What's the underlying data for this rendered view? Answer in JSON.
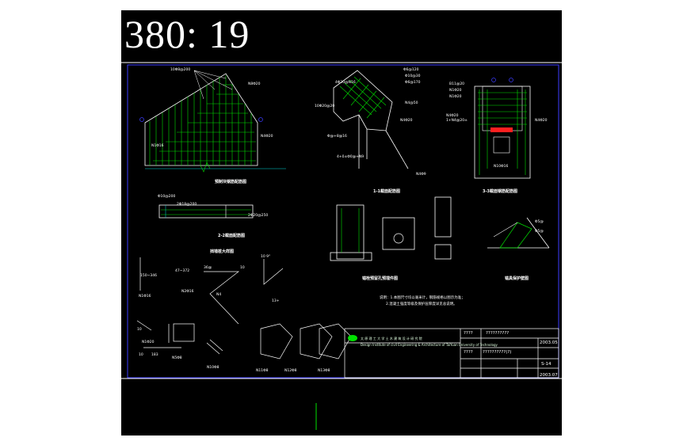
{
  "ratio_text": "380: 19",
  "colors": {
    "background": "#000000",
    "frame": "#3b3bff",
    "rebar": "#00e000",
    "concrete": "#ffffff",
    "dimension": "#00d8d8",
    "highlight": "#ff2020",
    "label": "#ffffff"
  },
  "title_block": {
    "institute_line": "太 原 理 工 大 学 土 木 建 筑 设 计 研 究 院",
    "institute_en": "Design Institute of civil Engineering & Architecture of TaiYuan University of Technology",
    "drawing_name": "??????????(?)",
    "date_top": "2003.05",
    "sheet_no": "S-14",
    "date_bottom": "2003.07",
    "project_code": "??????????",
    "field_a": "????",
    "field_b": "????"
  }
}
